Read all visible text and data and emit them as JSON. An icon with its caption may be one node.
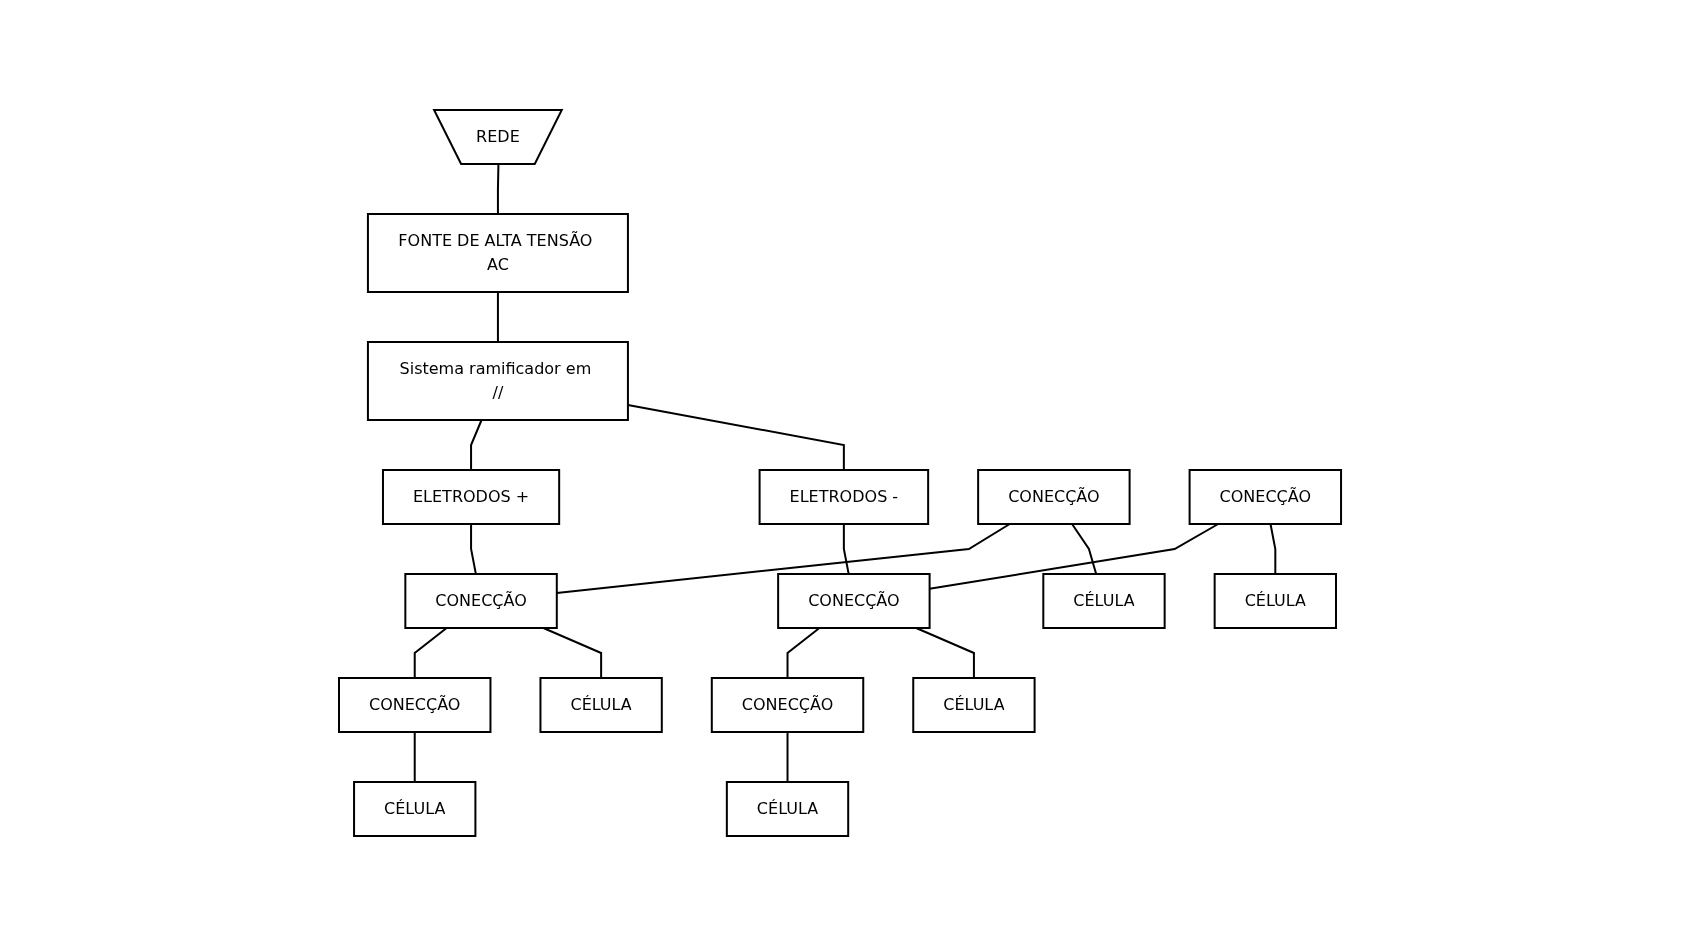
{
  "diagram": {
    "nodes": [
      {
        "text": [
          "REDE"
        ]
      },
      {
        "text": [
          "FONTE DE ALTA TENSÃO AC"
        ]
      },
      {
        "text": [
          "Sistema ramificador em //"
        ]
      },
      {
        "text": [
          "ELETRODOS +"
        ]
      },
      {
        "text": [
          "ELETRODOS -"
        ]
      },
      {
        "text": [
          "CONECÇÃO"
        ]
      },
      {
        "text": [
          "CONECÇÃO"
        ]
      },
      {
        "text": [
          "CONECÇÃO"
        ]
      },
      {
        "text": [
          "CONECÇÃO"
        ]
      },
      {
        "text": [
          "CONECÇÃO"
        ]
      },
      {
        "text": [
          "CONECÇÃO"
        ]
      },
      {
        "text": [
          "CÉLULA"
        ]
      },
      {
        "text": [
          "CÉLULA"
        ]
      },
      {
        "text": [
          "CÉLULA"
        ]
      },
      {
        "text": [
          "CÉLULA"
        ]
      },
      {
        "text": [
          "CÉLULA"
        ]
      },
      {
        "text": [
          "CÉLULA"
        ]
      }
    ],
    "edges": [
      {
        "from": 0,
        "to": 1,
        "arrow": "none"
      },
      {
        "from": 1,
        "to": 2,
        "arrow": "none"
      },
      {
        "from": 2,
        "to": 3,
        "arrow": "none"
      },
      {
        "from": 2,
        "to": 4,
        "arrow": "none"
      },
      {
        "from": 3,
        "to": 6,
        "arrow": "none"
      },
      {
        "from": 5,
        "to": 6,
        "arrow": "none"
      },
      {
        "from": 6,
        "to": 7,
        "arrow": "none"
      },
      {
        "from": 4,
        "to": 9,
        "arrow": "none"
      },
      {
        "from": 8,
        "to": 9,
        "arrow": "none"
      },
      {
        "from": 9,
        "to": 10,
        "arrow": "none"
      },
      {
        "from": 5,
        "to": 11,
        "arrow": "none"
      },
      {
        "from": 6,
        "to": 12,
        "arrow": "none"
      },
      {
        "from": 7,
        "to": 13,
        "arrow": "none"
      },
      {
        "from": 8,
        "to": 14,
        "arrow": "none"
      },
      {
        "from": 9,
        "to": 15,
        "arrow": "none"
      },
      {
        "from": 10,
        "to": 16,
        "arrow": "none"
      }
    ]
  }
}
